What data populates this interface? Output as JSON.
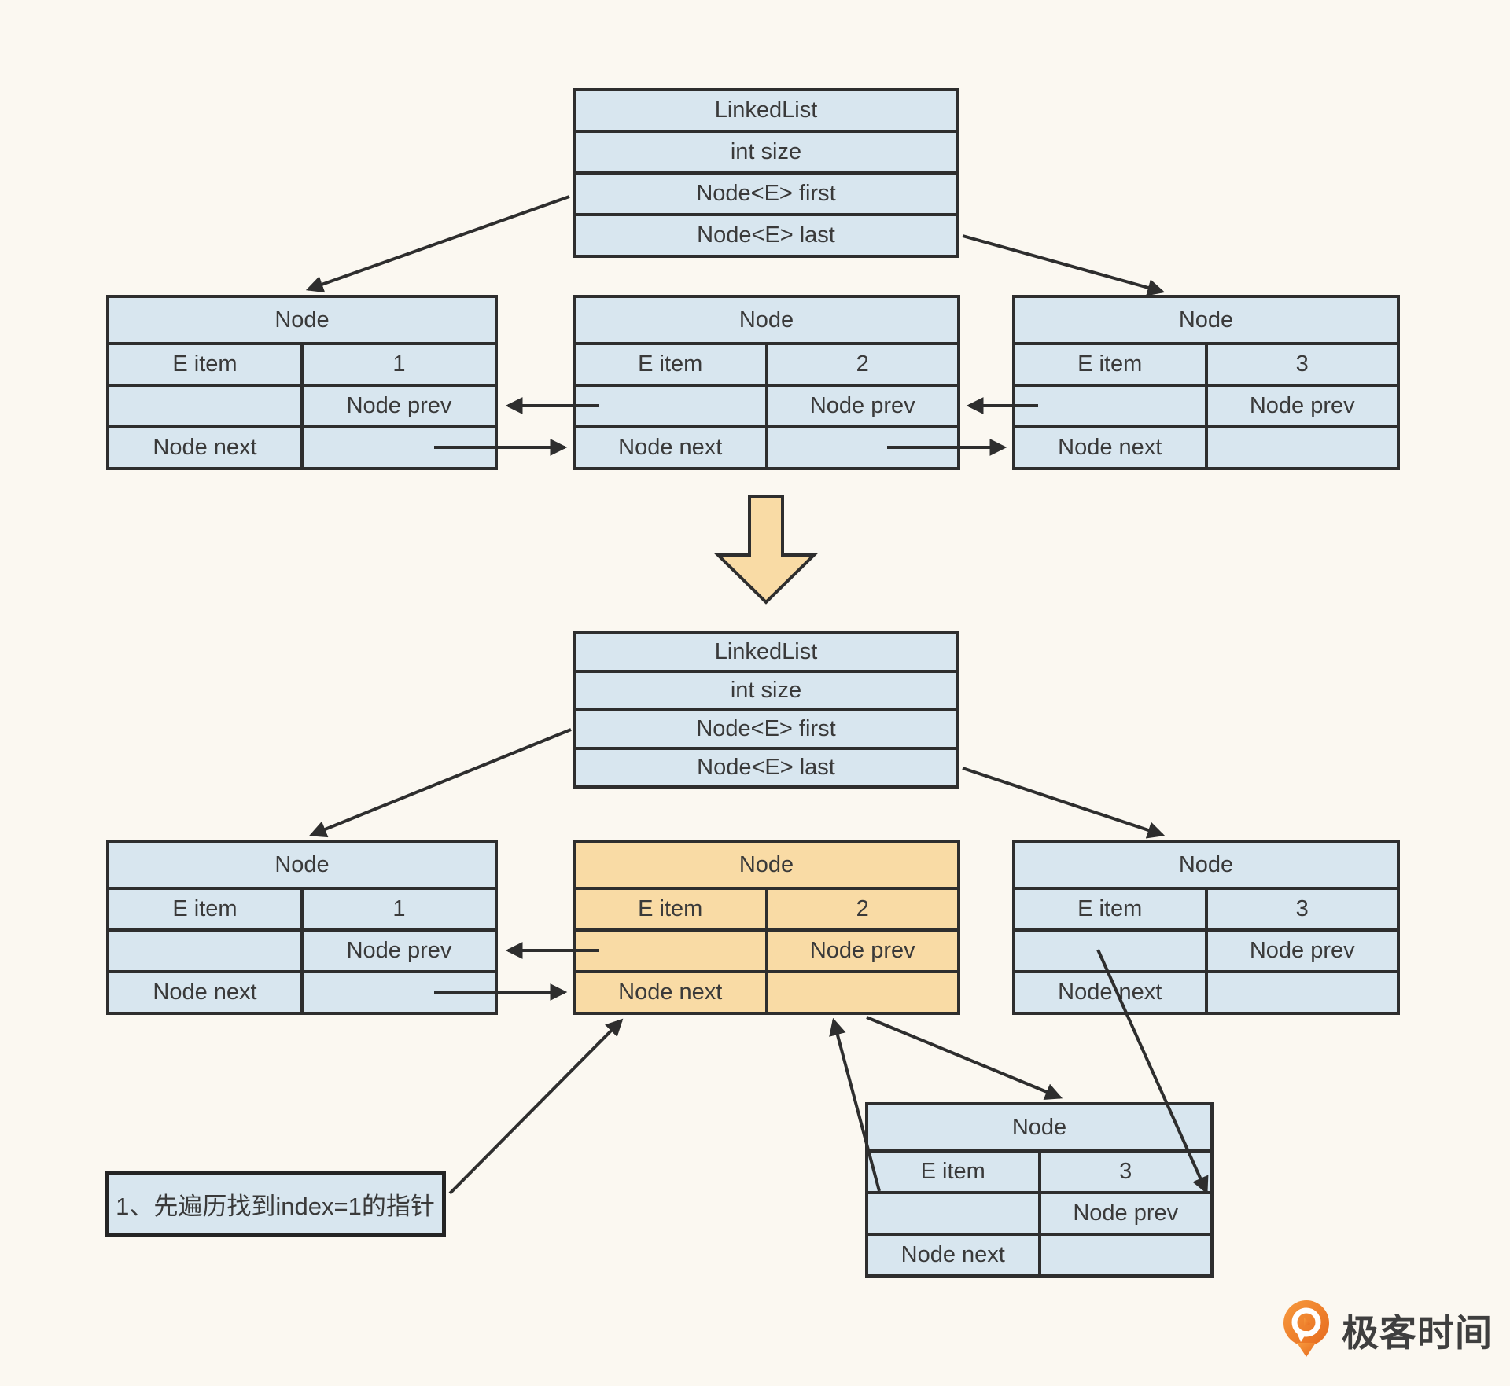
{
  "top_diagram": {
    "linkedlist": {
      "title": "LinkedList",
      "fields": [
        "int size",
        "Node<E> first",
        "Node<E> last"
      ]
    },
    "nodes": [
      {
        "title": "Node",
        "item_label": "E item",
        "item_value": "1",
        "prev_label": "Node prev",
        "next_label": "Node next",
        "highlighted": false
      },
      {
        "title": "Node",
        "item_label": "E item",
        "item_value": "2",
        "prev_label": "Node prev",
        "next_label": "Node next",
        "highlighted": false
      },
      {
        "title": "Node",
        "item_label": "E item",
        "item_value": "3",
        "prev_label": "Node prev",
        "next_label": "Node next",
        "highlighted": false
      }
    ]
  },
  "bottom_diagram": {
    "linkedlist": {
      "title": "LinkedList",
      "fields": [
        "int size",
        "Node<E> first",
        "Node<E> last"
      ]
    },
    "nodes": [
      {
        "title": "Node",
        "item_label": "E item",
        "item_value": "1",
        "prev_label": "Node prev",
        "next_label": "Node next",
        "highlighted": false
      },
      {
        "title": "Node",
        "item_label": "E item",
        "item_value": "2",
        "prev_label": "Node prev",
        "next_label": "Node next",
        "highlighted": true
      },
      {
        "title": "Node",
        "item_label": "E item",
        "item_value": "3",
        "prev_label": "Node prev",
        "next_label": "Node next",
        "highlighted": false
      }
    ],
    "new_node": {
      "title": "Node",
      "item_label": "E item",
      "item_value": "3",
      "prev_label": "Node prev",
      "next_label": "Node next",
      "highlighted": false
    },
    "annotation": "1、先遍历找到index=1的指针"
  },
  "footer": {
    "brand": "极客时间"
  },
  "colors": {
    "node_fill": "#D8E6EF",
    "highlight_fill": "#F9DBA5",
    "border": "#2E2E2E",
    "text": "#3A3A3A",
    "background": "#FBF8F1",
    "brand_orange": "#ED7323"
  }
}
